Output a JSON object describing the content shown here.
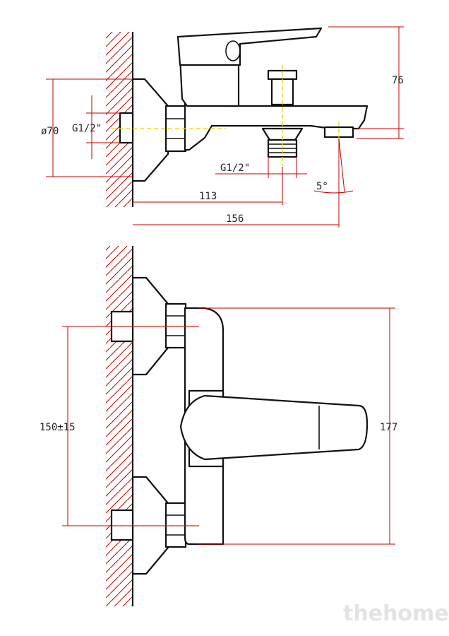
{
  "side_view": {
    "dim_height": "76",
    "dim_diameter": "ø70",
    "dim_inlet_thread": "G1/2\"",
    "dim_outlet_thread": "G1/2\"",
    "dim_angle": "5°",
    "dim_depth_outlet": "113",
    "dim_depth_total": "156"
  },
  "front_view": {
    "dim_spacing": "150±15",
    "dim_height": "177"
  },
  "watermark": "thehome",
  "colors": {
    "dimension_lines": "#c00000",
    "centerlines": "#e6d800",
    "outline": "#111111"
  }
}
